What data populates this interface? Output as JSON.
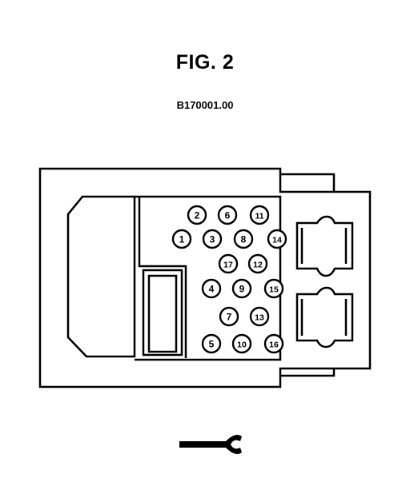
{
  "figure": {
    "title": "FIG. 2",
    "code": "B170001.00"
  },
  "pins": [
    {
      "label": "1"
    },
    {
      "label": "2"
    },
    {
      "label": "3"
    },
    {
      "label": "4"
    },
    {
      "label": "5"
    },
    {
      "label": "6"
    },
    {
      "label": "7"
    },
    {
      "label": "8"
    },
    {
      "label": "9"
    },
    {
      "label": "10"
    },
    {
      "label": "11"
    },
    {
      "label": "12"
    },
    {
      "label": "13"
    },
    {
      "label": "14"
    },
    {
      "label": "15"
    },
    {
      "label": "16"
    },
    {
      "label": "17"
    }
  ],
  "colors": {
    "line": "#000000",
    "background": "#ffffff"
  }
}
